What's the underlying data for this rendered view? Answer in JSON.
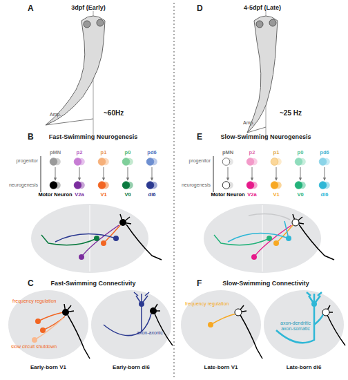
{
  "diagram": {
    "nodes": [
      {
        "text": [
          "pMN"
        ]
      },
      {
        "text": [
          "p2"
        ]
      },
      {
        "text": [
          "p1"
        ]
      },
      {
        "text": [
          "p0"
        ]
      },
      {
        "text": [
          "pd6"
        ]
      },
      {
        "text": [
          "Motor Neuron"
        ]
      },
      {
        "text": [
          "V2a"
        ]
      },
      {
        "text": [
          "V1"
        ]
      },
      {
        "text": [
          "V0"
        ]
      },
      {
        "text": [
          "dI6"
        ]
      },
      {
        "text": [
          "pMN"
        ]
      },
      {
        "text": [
          "p2"
        ]
      },
      {
        "text": [
          "p1"
        ]
      },
      {
        "text": [
          "p0"
        ]
      },
      {
        "text": [
          "pd6"
        ]
      },
      {
        "text": [
          "Motor Neuron"
        ]
      },
      {
        "text": [
          "V2a"
        ]
      },
      {
        "text": [
          "V1"
        ]
      },
      {
        "text": [
          "V0"
        ]
      },
      {
        "text": [
          "dI6"
        ]
      }
    ],
    "edges": [
      {
        "from": 0,
        "to": 5,
        "arrow": "to"
      },
      {
        "from": 1,
        "to": 6,
        "arrow": "to"
      },
      {
        "from": 2,
        "to": 7,
        "arrow": "to"
      },
      {
        "from": 3,
        "to": 8,
        "arrow": "to"
      },
      {
        "from": 4,
        "to": 9,
        "arrow": "to"
      },
      {
        "from": 10,
        "to": 15,
        "arrow": "to"
      },
      {
        "from": 11,
        "to": 16,
        "arrow": "to"
      },
      {
        "from": 12,
        "to": 17,
        "arrow": "to"
      },
      {
        "from": 13,
        "to": 18,
        "arrow": "to"
      },
      {
        "from": 14,
        "to": 19,
        "arrow": "to"
      }
    ],
    "labels": [
      "A",
      "3dpf (Early)",
      "Amp.",
      "~60Hz",
      "B",
      "Fast-Swimming Neurogenesis",
      "progenitor",
      "neurogenesis",
      "C",
      "Fast-Swimming Connectivity",
      "frequency regulation",
      "slow circuit shutdown",
      "Early-born V1",
      "axon-axonic",
      "Early-born dI6",
      "D",
      "4-5dpf (Late)",
      "Amp.",
      "~25 Hz",
      "E",
      "Slow-Swimming Neurogenesis",
      "progenitor",
      "neurogenesis",
      "F",
      "Slow-Swimming Connectivity",
      "frequency regulation",
      "Late-born V1",
      "axon-dendritic axon-somatic",
      "Late-born dI6"
    ]
  }
}
